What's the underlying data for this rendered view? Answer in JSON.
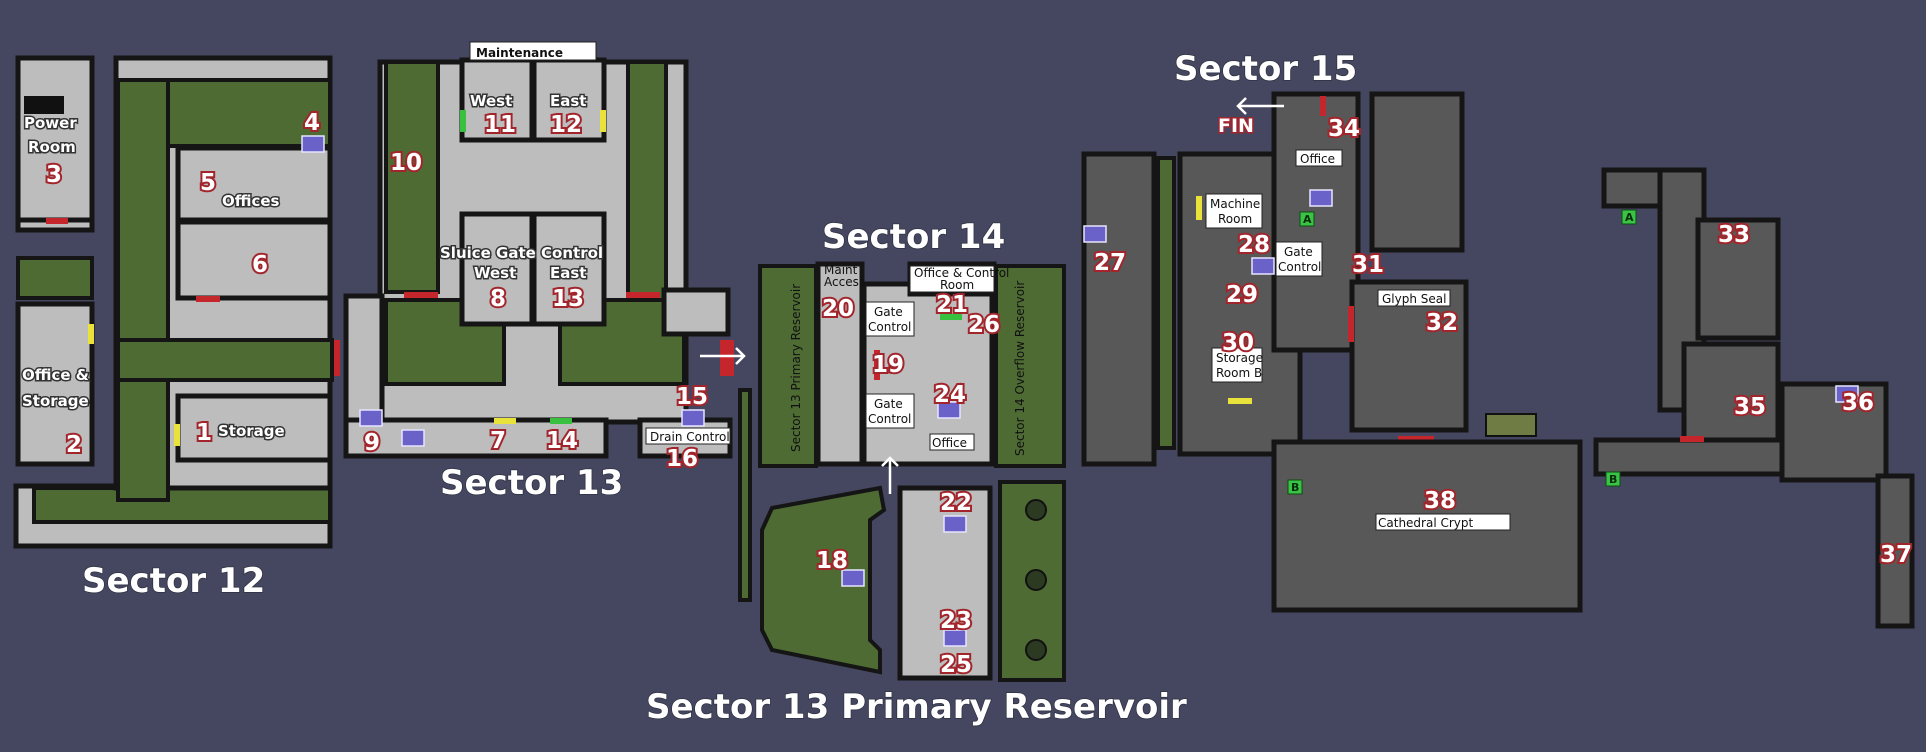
{
  "sectors": {
    "s12": "Sector 12",
    "s13": "Sector 13",
    "s14": "Sector 14",
    "s15": "Sector 15",
    "reservoir": "Sector 13 Primary Reservoir"
  },
  "labels": {
    "maintenance": "Maintenance",
    "west": "West",
    "east": "East",
    "sluice": "Sluice Gate Control",
    "west2": "West",
    "east2": "East",
    "power1": "Power",
    "power2": "Room",
    "offices": "Offices",
    "officestorage1": "Office &",
    "officestorage2": "Storage",
    "storage": "Storage",
    "drain": "Drain Control",
    "maint1": "Maint",
    "maint2": "Access",
    "office_control1": "Office & Control",
    "office_control2": "Room",
    "gate1": "Gate",
    "gate2": "Control",
    "gate3": "Gate",
    "gate4": "Control",
    "office": "Office",
    "primary_res_v": "Sector 13 Primary Reservoir",
    "overflow_res_v": "Sector 14 Overflow Reservoir",
    "machine1": "Machine",
    "machine2": "Room",
    "gate5": "Gate",
    "gate6": "Control",
    "office15": "Office",
    "glyph": "Glyph Seal",
    "storageB1": "Storage",
    "storageB2": "Room B",
    "crypt": "Cathedral Crypt",
    "fin": "FIN"
  },
  "markers": {
    "a1": "A",
    "a2": "A",
    "b1": "B",
    "b2": "B"
  },
  "rooms": {
    "r1": "1",
    "r2": "2",
    "r3": "3",
    "r4": "4",
    "r5": "5",
    "r6": "6",
    "r7": "7",
    "r8": "8",
    "r9": "9",
    "r10": "10",
    "r11": "11",
    "r12": "12",
    "r13": "13",
    "r14": "14",
    "r15": "15",
    "r16": "16",
    "r18": "18",
    "r19": "19",
    "r20": "20",
    "r21": "21",
    "r22": "22",
    "r23": "23",
    "r24": "24",
    "r25": "25",
    "r26": "26",
    "r27": "27",
    "r28": "28",
    "r29": "29",
    "r30": "30",
    "r31": "31",
    "r32": "32",
    "r33": "33",
    "r34": "34",
    "r35": "35",
    "r36": "36",
    "r37": "37",
    "r38": "38"
  },
  "colors": {
    "background": "#454760",
    "floor": "#bdbdbd",
    "dark_floor": "#585858",
    "green_water": "#4e6b33",
    "door_red": "#c4262b",
    "door_yellow": "#e8e23a",
    "door_green": "#38c13f",
    "save_point": "#6a62c9"
  },
  "icons": [
    "save-point-icon",
    "arrow-icon",
    "statue-icon"
  ]
}
